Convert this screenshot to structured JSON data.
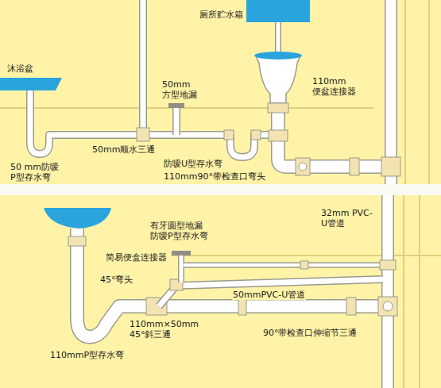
{
  "diagram": {
    "labels": [
      "厕所贮水箱",
      "沐浴盆",
      "50mm 方型地漏",
      "110mm 便盆连接器",
      "50mm顺水三通",
      "防嗳U型存水弯",
      "50 mm防嗳 P型存水弯",
      "110mm90°带检查口弯头",
      "有牙圆型地漏 防嗳P型存水弯",
      "32mm PVC-U管道",
      "简易便盒连接器",
      "45°弯头",
      "50mmPVC-U管道",
      "110mm×50mm 45°斜三通",
      "90°带检查口伸缩节三通",
      "110mmP型存水弯"
    ]
  }
}
